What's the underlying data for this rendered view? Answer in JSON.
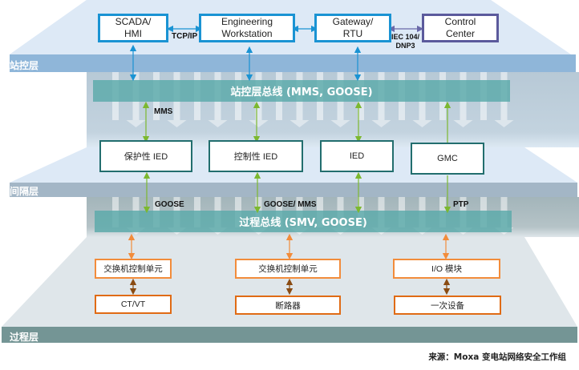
{
  "layers": {
    "station": "站控层",
    "bay": "间隔层",
    "process": "过程层"
  },
  "buses": {
    "station_bus": "站控层总线 (MMS, GOOSE)",
    "process_bus": "过程总线 (SMV, GOOSE)"
  },
  "station_devices": {
    "scada": "SCADA/\nHMI",
    "engineering": "Engineering\nWorkstation",
    "gateway": "Gateway/\nRTU",
    "control_center": "Control\nCenter"
  },
  "bay_devices": {
    "protection_ied": "保护性 IED",
    "control_ied": "控制性 IED",
    "ied": "IED",
    "gmc": "GMC"
  },
  "process_devices": {
    "switch_unit_1": "交换机控制单元",
    "switch_unit_2": "交换机控制单元",
    "io_module": "I/O 模块",
    "ct_vt": "CT/VT",
    "breaker": "断路器",
    "primary_equipment": "一次设备"
  },
  "protocols": {
    "tcp_ip": "TCP/IP",
    "iec104_dnp3": "IEC 104/\nDNP3",
    "mms": "MMS",
    "goose": "GOOSE",
    "goose_mms": "GOOSE/ MMS",
    "ptp": "PTP"
  },
  "source": "来源：Moxa 变电站网络安全工作组",
  "colors": {
    "station_border": "#1a93d3",
    "control_center_border": "#5b5a9c",
    "bay_border": "#226e6e",
    "process_border": "#f28c3b",
    "process_border_dark": "#e06b15",
    "station_link": "#1a93d3",
    "bay_link": "#7cb82f",
    "process_link": "#f28c3b",
    "field_link": "#8a4b12"
  }
}
